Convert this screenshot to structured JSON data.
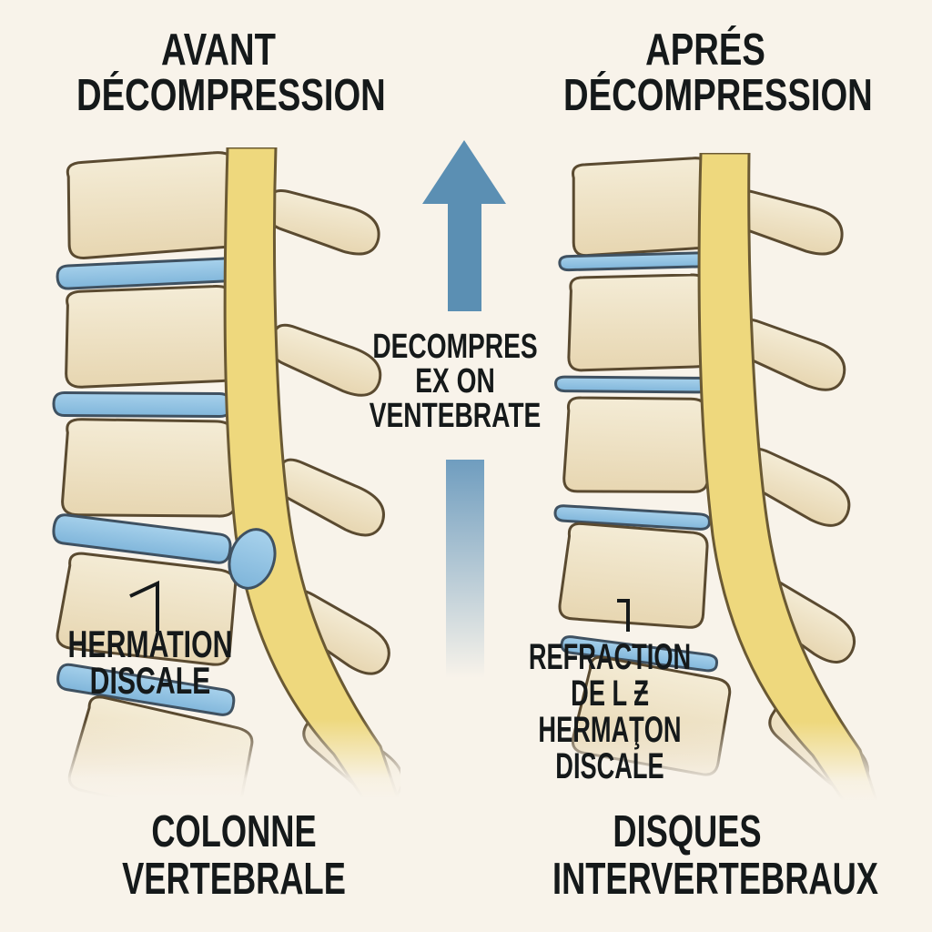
{
  "colors": {
    "background": "#f8f3ea",
    "text": "#15191a",
    "arrow": "#5b8fb3",
    "bar_top": "#6f9dbf",
    "vertebra_fill": "#ecdfbf",
    "vertebra_outline": "#5a4a30",
    "disc_fill": "#8fc2e3",
    "disc_outline": "#3f5161",
    "nerve_fill": "#eed87d",
    "nerve_outline": "#6a5933"
  },
  "left_panel": {
    "title": {
      "line1": "AVANT",
      "line2": "DÉCOMPRESSION"
    },
    "annotation": {
      "line1": "HERMATION",
      "line2": "DISCALE"
    },
    "caption": {
      "line1": "COLONNE",
      "line2": "VERTEBRALE"
    }
  },
  "right_panel": {
    "title": {
      "line1": "APRÉS",
      "line2": "DÉCOMPRESSION"
    },
    "annotation": {
      "line1": "REFRACTION",
      "line2": "DE L Ƶ",
      "line3": "HERMAŢON",
      "line4": "DISCALE"
    },
    "caption": {
      "line1": "DISQUES",
      "line2": "INTERVERTEBRAUX"
    }
  },
  "center": {
    "arrow_icon": "up-arrow-icon",
    "label": {
      "line1": "DECOMPRES",
      "line2": "EX ON",
      "line3": "VENTEBRATE"
    }
  }
}
